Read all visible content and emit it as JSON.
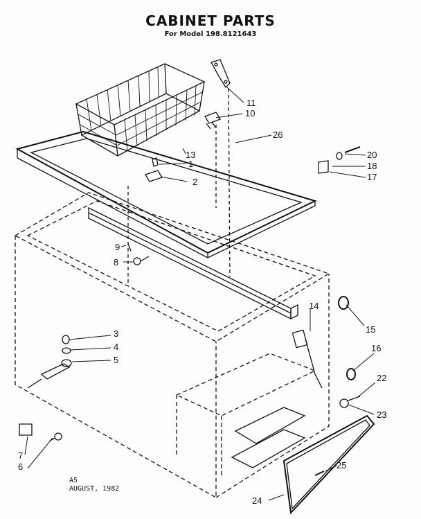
{
  "header": {
    "title": "CABINET PARTS",
    "subtitle": "For Model 198.8121643"
  },
  "footer": {
    "code": "A5",
    "date": "AUGUST, 1982"
  },
  "callouts": [
    "1",
    "2",
    "3",
    "4",
    "5",
    "6",
    "7",
    "8",
    "9",
    "10",
    "11",
    "13",
    "14",
    "15",
    "16",
    "17",
    "18",
    "20",
    "22",
    "23",
    "24",
    "25",
    "26"
  ]
}
